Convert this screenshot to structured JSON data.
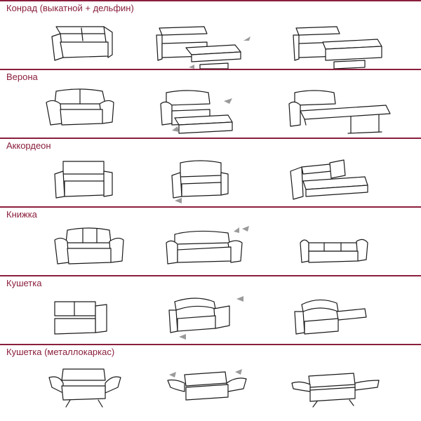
{
  "rows": [
    {
      "title": "Конрад (выкатной + дельфин)",
      "icon": "sofa-konrad-mechanism",
      "states": [
        "closed",
        "unfolding",
        "unfolded"
      ]
    },
    {
      "title": "Верона",
      "icon": "sofa-verona-mechanism",
      "states": [
        "closed",
        "unfolding",
        "unfolded"
      ]
    },
    {
      "title": "Аккордеон",
      "icon": "sofa-accordion-mechanism",
      "states": [
        "closed",
        "unfolding",
        "unfolded"
      ]
    },
    {
      "title": "Книжка",
      "icon": "sofa-book-mechanism",
      "states": [
        "closed",
        "unfolding",
        "unfolded"
      ]
    },
    {
      "title": "Кушетка",
      "icon": "couch-mechanism",
      "states": [
        "closed",
        "unfolding",
        "unfolded"
      ]
    },
    {
      "title": "Кушетка (металлокаркас)",
      "icon": "couch-metal-frame-mechanism",
      "states": [
        "closed",
        "unfolding",
        "unfolded"
      ]
    }
  ],
  "colors": {
    "title": "#8a1f3d",
    "divider": "#8a1f3d",
    "line": "#1a1a1a",
    "arrow": "#9a9a9a"
  }
}
